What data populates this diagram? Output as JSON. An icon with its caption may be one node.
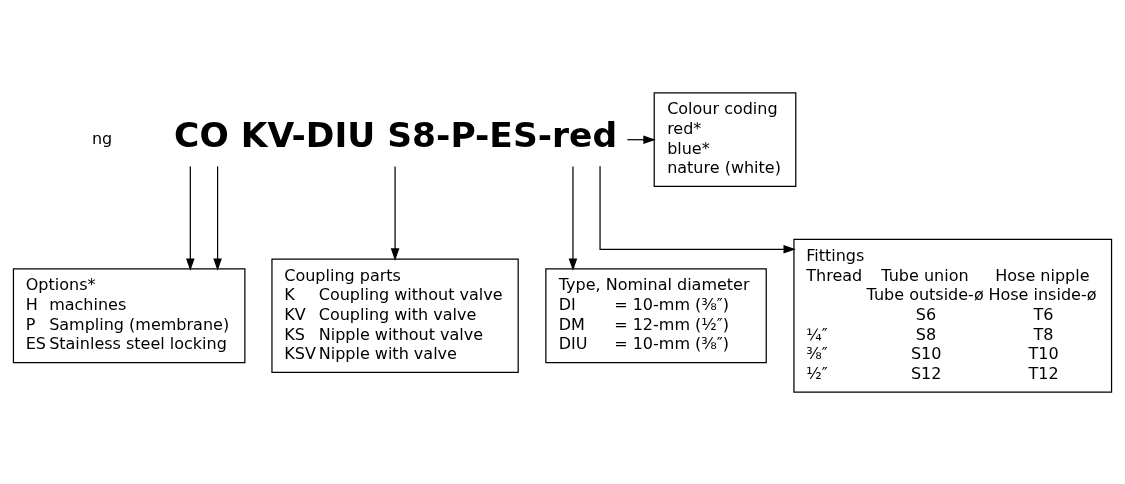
{
  "diagram": {
    "nodes": [
      {
        "text": [
          "CO KV-DIU S8-P-ES-red"
        ]
      },
      {
        "text": [
          "Colour coding",
          "red*",
          "blue*",
          "nature (white)"
        ]
      },
      {
        "text": [
          "Options*",
          "H",
          "machines",
          "P",
          "Sampling (membrane)",
          "ES",
          "Stainless steel locking"
        ]
      },
      {
        "text": [
          "Coupling parts",
          "K",
          "Coupling without valve",
          "KV",
          "Coupling with valve",
          "KS",
          "Nipple without valve",
          "KSV",
          "Nipple with valve"
        ]
      },
      {
        "text": [
          "Type, Nominal diameter",
          "DI",
          "= 10-mm (⅜″)",
          "DM",
          "= 12-mm (½″)",
          "DIU",
          "= 10-mm (⅜″)"
        ]
      },
      {
        "text": [
          "Fittings",
          "Thread",
          "Tube union",
          "Hose nipple",
          "Tube outside-ø",
          "Hose inside-ø",
          "S6",
          "T6",
          "¼″",
          "S8",
          "T8",
          "⅜″",
          "S10",
          "T10",
          "½″",
          "S12",
          "T12"
        ]
      }
    ],
    "edges": [
      {
        "from": 0,
        "to": 1,
        "arrow": "to"
      },
      {
        "from": 0,
        "to": 2,
        "arrow": "to"
      },
      {
        "from": 0,
        "to": 2,
        "arrow": "to"
      },
      {
        "from": 0,
        "to": 3,
        "arrow": "to"
      },
      {
        "from": 0,
        "to": 4,
        "arrow": "to"
      },
      {
        "from": 0,
        "to": 5,
        "arrow": "to"
      }
    ],
    "labels": [
      "ng"
    ]
  }
}
